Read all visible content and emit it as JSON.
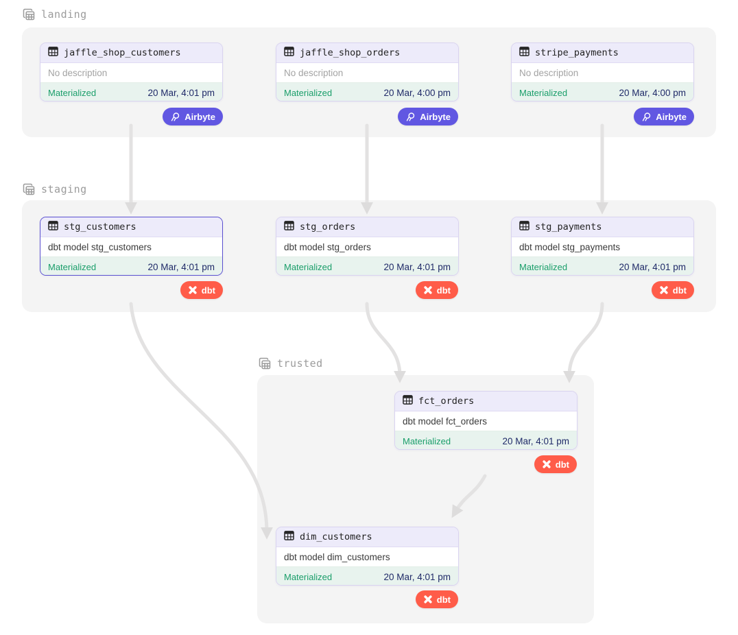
{
  "groups": [
    {
      "name": "landing",
      "nodes": [
        {
          "title": "jaffle_shop_customers",
          "description": "No description",
          "status": "Materialized",
          "timestamp": "20 Mar, 4:01 pm",
          "badge": {
            "label": "Airbyte",
            "type": "airbyte"
          }
        },
        {
          "title": "jaffle_shop_orders",
          "description": "No description",
          "status": "Materialized",
          "timestamp": "20 Mar, 4:00 pm",
          "badge": {
            "label": "Airbyte",
            "type": "airbyte"
          }
        },
        {
          "title": "stripe_payments",
          "description": "No description",
          "status": "Materialized",
          "timestamp": "20 Mar, 4:00 pm",
          "badge": {
            "label": "Airbyte",
            "type": "airbyte"
          }
        }
      ]
    },
    {
      "name": "staging",
      "nodes": [
        {
          "title": "stg_customers",
          "description": "dbt model stg_customers",
          "status": "Materialized",
          "timestamp": "20 Mar, 4:01 pm",
          "badge": {
            "label": "dbt",
            "type": "dbt"
          },
          "selected": true
        },
        {
          "title": "stg_orders",
          "description": "dbt model stg_orders",
          "status": "Materialized",
          "timestamp": "20 Mar, 4:01 pm",
          "badge": {
            "label": "dbt",
            "type": "dbt"
          }
        },
        {
          "title": "stg_payments",
          "description": "dbt model stg_payments",
          "status": "Materialized",
          "timestamp": "20 Mar, 4:01 pm",
          "badge": {
            "label": "dbt",
            "type": "dbt"
          }
        }
      ]
    },
    {
      "name": "trusted",
      "nodes": [
        {
          "title": "fct_orders",
          "description": "dbt model fct_orders",
          "status": "Materialized",
          "timestamp": "20 Mar, 4:01 pm",
          "badge": {
            "label": "dbt",
            "type": "dbt"
          }
        },
        {
          "title": "dim_customers",
          "description": "dbt model dim_customers",
          "status": "Materialized",
          "timestamp": "20 Mar, 4:01 pm",
          "badge": {
            "label": "dbt",
            "type": "dbt"
          }
        }
      ]
    }
  ],
  "edges": [
    {
      "from": "jaffle_shop_customers",
      "to": "stg_customers"
    },
    {
      "from": "jaffle_shop_orders",
      "to": "stg_orders"
    },
    {
      "from": "stripe_payments",
      "to": "stg_payments"
    },
    {
      "from": "stg_customers",
      "to": "dim_customers"
    },
    {
      "from": "stg_orders",
      "to": "fct_orders"
    },
    {
      "from": "stg_payments",
      "to": "fct_orders"
    },
    {
      "from": "fct_orders",
      "to": "dim_customers"
    }
  ],
  "icons": {
    "group": "stacked-tables-icon",
    "node_header": "table-grid-icon",
    "airbyte": "airbyte-octopus-icon",
    "dbt": "dbt-x-icon",
    "edge": "arrow-down"
  },
  "colors": {
    "panel_bg": "#f4f4f4",
    "card_header_bg": "#edebfa",
    "card_footer_bg": "#e8f3ee",
    "card_border": "#d9d3f0",
    "selected_card_border": "#5a4fd0",
    "status_green": "#1a9e6a",
    "timestamp_navy": "#1f2a68",
    "muted_text": "#a3a3a3",
    "group_label_gray": "#9b9b9b",
    "airbyte_badge": "#6157e2",
    "dbt_badge": "#ff5c49",
    "edge_gray": "#e3e2e2"
  }
}
